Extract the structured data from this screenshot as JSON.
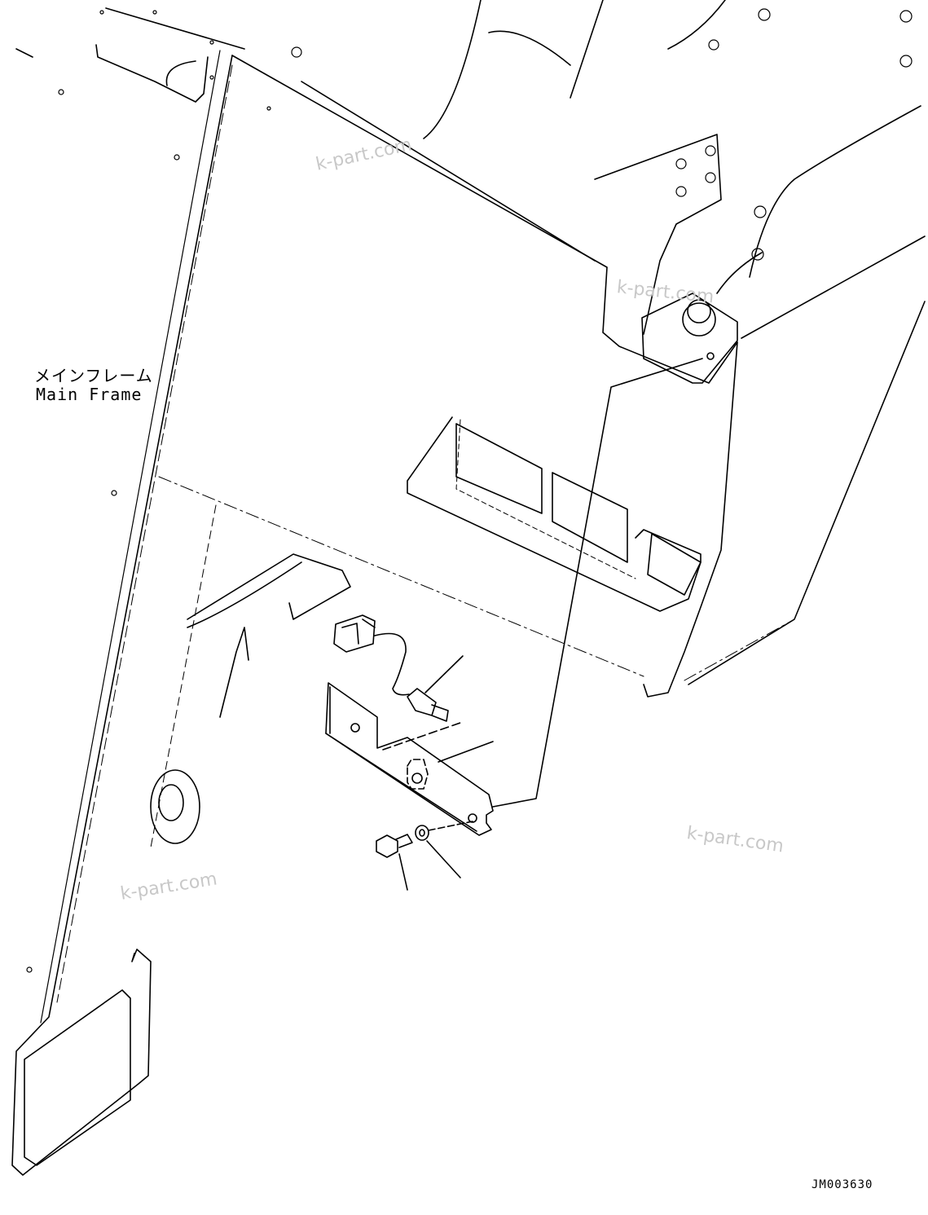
{
  "labels": {
    "main_frame_jp": "メインフレーム",
    "main_frame_en": "Main Frame"
  },
  "drawing_number": "JM003630",
  "watermarks": [
    "k-part.com",
    "k-part.com",
    "k-part.com",
    "k-part.com"
  ],
  "colors": {
    "line": "#000000",
    "background": "#ffffff",
    "watermark": "#c8c8c8"
  },
  "parts": [
    {
      "name": "main-frame",
      "icon": "frame-outline"
    },
    {
      "name": "sensor",
      "icon": "sensor-with-connector"
    },
    {
      "name": "bracket",
      "icon": "bracket-plate"
    },
    {
      "name": "bolt",
      "icon": "hex-bolt"
    },
    {
      "name": "washer",
      "icon": "washer-ring"
    }
  ]
}
